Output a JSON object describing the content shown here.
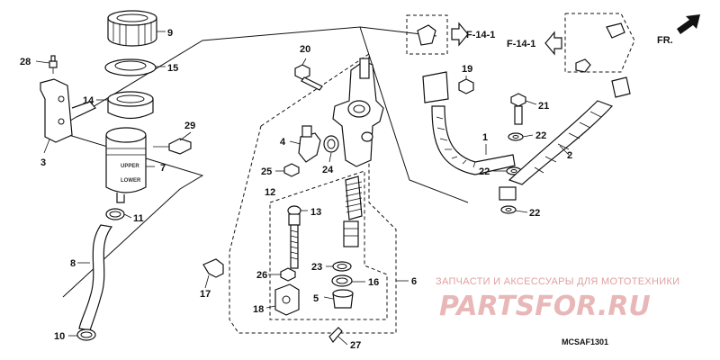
{
  "callouts": {
    "c1": "1",
    "c2": "2",
    "c3": "3",
    "c4": "4",
    "c5": "5",
    "c6": "6",
    "c7": "7",
    "c8": "8",
    "c9": "9",
    "c10": "10",
    "c11": "11",
    "c12": "12",
    "c13": "13",
    "c14": "14",
    "c15": "15",
    "c16": "16",
    "c17": "17",
    "c18": "18",
    "c19": "19",
    "c20": "20",
    "c21": "21",
    "c22a": "22",
    "c22b": "22",
    "c22c": "22",
    "c23": "23",
    "c24": "24",
    "c25": "25",
    "c26": "26",
    "c27": "27",
    "c28": "28",
    "c29": "29"
  },
  "refs": {
    "left": "F-14-1",
    "right": "F-14-1"
  },
  "direction_label": "FR.",
  "reservoir_marks": {
    "upper": "UPPER",
    "lower": "LOWER"
  },
  "diagram_code": "MCSAF1301",
  "watermark": {
    "tagline": "ЗАПЧАСТИ И АКСЕССУАРЫ ДЛЯ МОТОТЕХНИКИ",
    "brand": "PARTSFOR.RU",
    "color": "#e8b8b8"
  }
}
